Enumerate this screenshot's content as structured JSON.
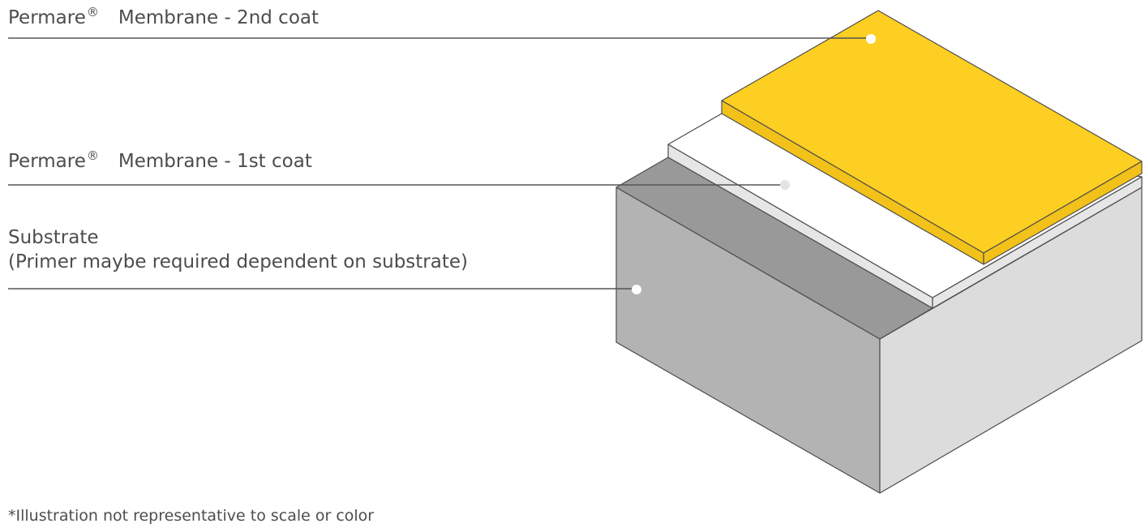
{
  "labels": {
    "coat2": {
      "brand": "Permare",
      "mark": "®",
      "text": "Membrane - 2nd coat"
    },
    "coat1": {
      "brand": "Permare",
      "mark": "®",
      "text": "Membrane - 1st coat"
    },
    "substrate": {
      "title": "Substrate",
      "note": "(Primer maybe required dependent on substrate)"
    }
  },
  "footnote": "*Illustration not representative to scale or color",
  "colors": {
    "text": "#4d4d4d",
    "leader": "#555555",
    "yellow_top": "#fdcf22",
    "yellow_side": "#f2c21a",
    "white_top": "#ffffff",
    "white_side": "#e6e6e6",
    "substrate_top": "#999999",
    "substrate_front": "#b3b3b3",
    "substrate_right": "#dcdcdc",
    "outline": "#4d4d4d"
  }
}
